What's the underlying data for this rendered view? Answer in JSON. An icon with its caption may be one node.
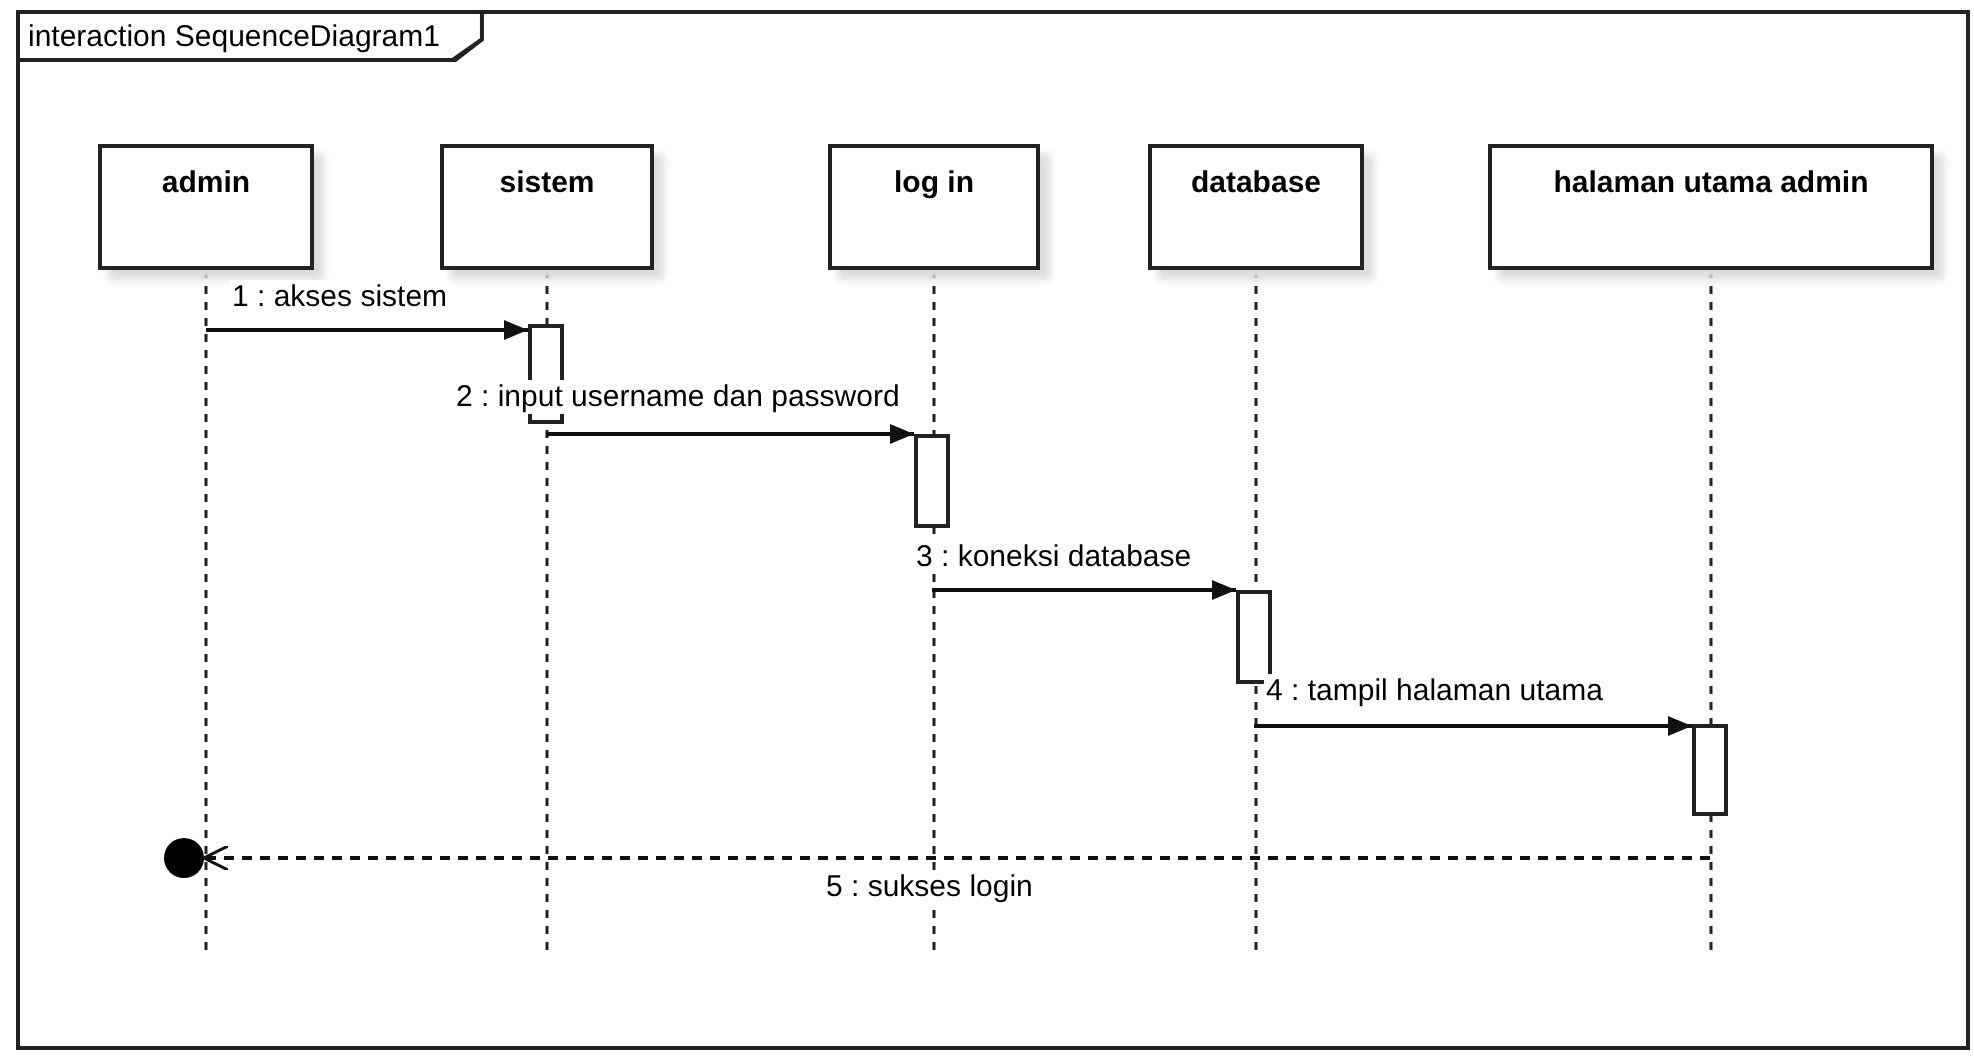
{
  "diagram": {
    "nodes": [
      {
        "text": [
          "interaction SequenceDiagram1"
        ]
      },
      {
        "text": [
          "admin"
        ],
        "in": 0
      },
      {
        "text": [
          "sistem"
        ],
        "in": 0
      },
      {
        "text": [
          "log in"
        ],
        "in": 0
      },
      {
        "text": [
          "database"
        ],
        "in": 0
      },
      {
        "text": [
          "halaman utama admin"
        ],
        "in": 0
      },
      {
        "text": [],
        "shape": "bar",
        "in": 0
      },
      {
        "text": [],
        "shape": "bar",
        "in": 0
      },
      {
        "text": [],
        "shape": "bar",
        "in": 0
      },
      {
        "text": [],
        "shape": "bar",
        "in": 0
      },
      {
        "text": [],
        "shape": "circle",
        "in": 0
      }
    ],
    "edges": [
      {
        "from": 1,
        "to": 6,
        "arrow": "to",
        "label": "1 : akses sistem"
      },
      {
        "from": 6,
        "to": 7,
        "arrow": "to",
        "label": "2 : input username dan password"
      },
      {
        "from": 7,
        "to": 8,
        "arrow": "to",
        "label": "3 : koneksi database"
      },
      {
        "from": 8,
        "to": 9,
        "arrow": "to",
        "label": "4 : tampil halaman utama"
      },
      {
        "from": 9,
        "to": 10,
        "arrow": "to",
        "style": "dashed",
        "label": "5 : sukses login"
      }
    ]
  }
}
